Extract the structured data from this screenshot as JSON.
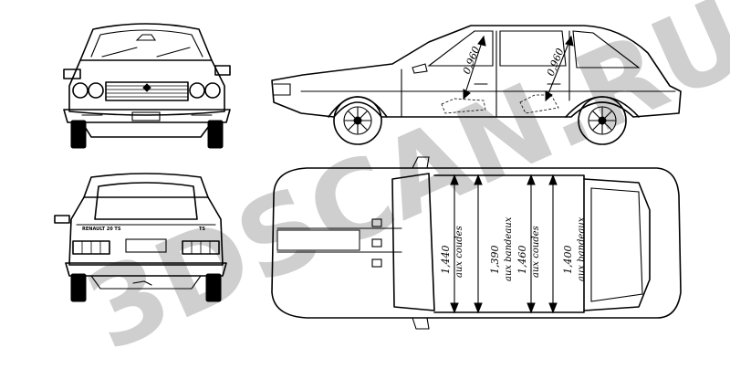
{
  "watermark": {
    "text": "3DSCAN.RU",
    "color": "#cfcfcf"
  },
  "views": {
    "front": {
      "name": "front-view"
    },
    "rear": {
      "name": "rear-view",
      "badge_left": "RENAULT 20 TS",
      "badge_right": "TS"
    },
    "side": {
      "name": "side-view",
      "dimensions": [
        "0,960",
        "0,960"
      ]
    },
    "top": {
      "name": "top-view",
      "dimensions": [
        {
          "value": "1,440",
          "sub": "aux coudes"
        },
        {
          "value": "1,390",
          "sub": "aux bandeaux"
        },
        {
          "value": "1,460",
          "sub": "aux coudes"
        },
        {
          "value": "1,400",
          "sub": "aux bandeaux"
        }
      ]
    }
  },
  "colors": {
    "ink": "#000000",
    "paper": "#ffffff"
  }
}
